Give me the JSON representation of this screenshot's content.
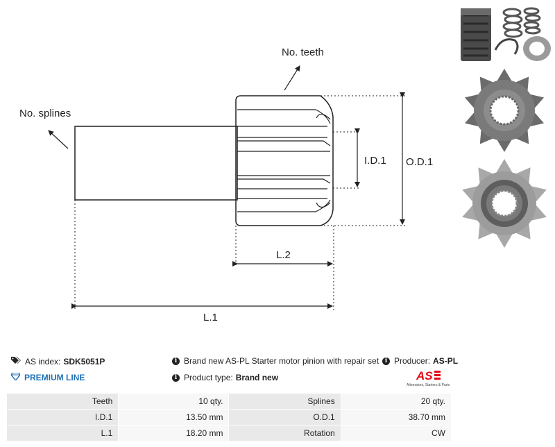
{
  "drawing": {
    "label_teeth": "No. teeth",
    "label_splines": "No. splines",
    "label_id": "I.D.1",
    "label_od": "O.D.1",
    "label_l2": "L.2",
    "label_l1": "L.1"
  },
  "info": {
    "as_index_label": "AS index:",
    "as_index_value": "SDK5051P",
    "premium": "PREMIUM LINE",
    "description": "Brand new AS-PL Starter motor pinion with repair set",
    "product_type_label": "Product type:",
    "product_type_value": "Brand new",
    "producer_label": "Producer:",
    "producer_value": "AS-PL",
    "logo_text": "AS",
    "logo_sub": "Alternators, Starters & Parts"
  },
  "specs": [
    {
      "k1": "Teeth",
      "v1": "10 qty.",
      "k2": "Splines",
      "v2": "20 qty."
    },
    {
      "k1": "I.D.1",
      "v1": "13.50 mm",
      "k2": "O.D.1",
      "v2": "38.70 mm"
    },
    {
      "k1": "L.1",
      "v1": "18.20 mm",
      "k2": "Rotation",
      "v2": "CW"
    }
  ],
  "colors": {
    "premium_blue": "#1f6fb5",
    "logo_red": "#e30613",
    "table_key_bg": "#e9e9e9",
    "table_val_bg": "#f7f7f7"
  }
}
